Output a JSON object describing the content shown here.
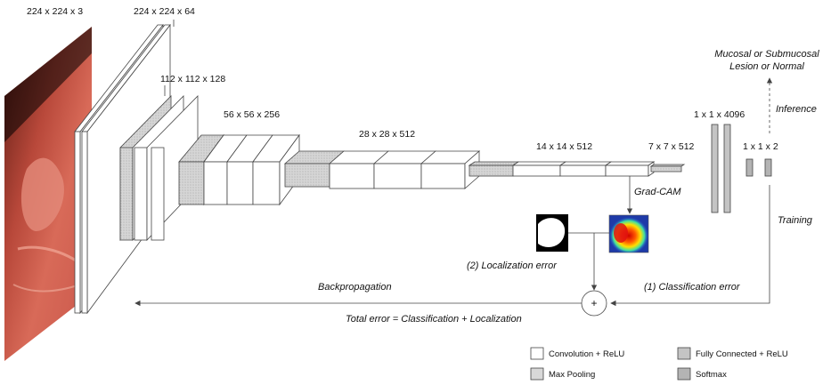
{
  "dimension_labels": {
    "input": "224 x 224 x 3",
    "conv1": "224 x 224 x 64",
    "conv2": "112 x 112 x 128",
    "conv3": "56 x 56 x 256",
    "conv4": "28 x 28 x 512",
    "conv5": "14 x 14 x 512",
    "pool5": "7 x 7 x 512",
    "fc": "1 x 1 x 4096",
    "softmax": "1 x 1 x 2"
  },
  "output_label_line1": "Mucosal or Submucosal",
  "output_label_line2": "Lesion or Normal",
  "inference_label": "Inference",
  "training_label": "Training",
  "gradcam_label": "Grad-CAM",
  "localization_error_label": "(2) Localization error",
  "classification_error_label": "(1) Classification error",
  "backpropagation_label": "Backpropagation",
  "total_error_label": "Total error = Classification + Localization",
  "sum_symbol": "+",
  "legend": {
    "conv_relu": "Convolution + ReLU",
    "max_pooling": "Max Pooling",
    "fc_relu": "Fully Connected + ReLU",
    "softmax": "Softmax"
  },
  "colors": {
    "conv": "#ffffff",
    "pool": "#d8d8d8",
    "fc": "#c4c4c4",
    "softmax": "#b4b4b4",
    "line": "#444444"
  }
}
